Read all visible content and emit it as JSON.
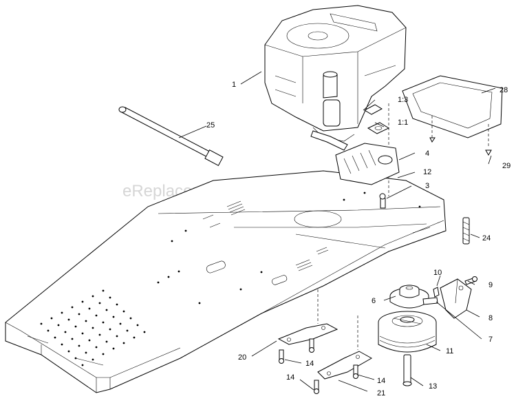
{
  "watermark": "eReplacementParts.com",
  "callouts": {
    "c1": "1",
    "c1_3": "1:3",
    "c1_1": "1:1",
    "c3": "3",
    "c4": "4",
    "c6": "6",
    "c7": "7",
    "c8": "8",
    "c9": "9",
    "c10": "10",
    "c11": "11",
    "c12": "12",
    "c13": "13",
    "c14a": "14",
    "c14b": "14",
    "c14c": "14",
    "c20": "20",
    "c21": "21",
    "c24": "24",
    "c25": "25",
    "c28": "28",
    "c29": "29"
  }
}
